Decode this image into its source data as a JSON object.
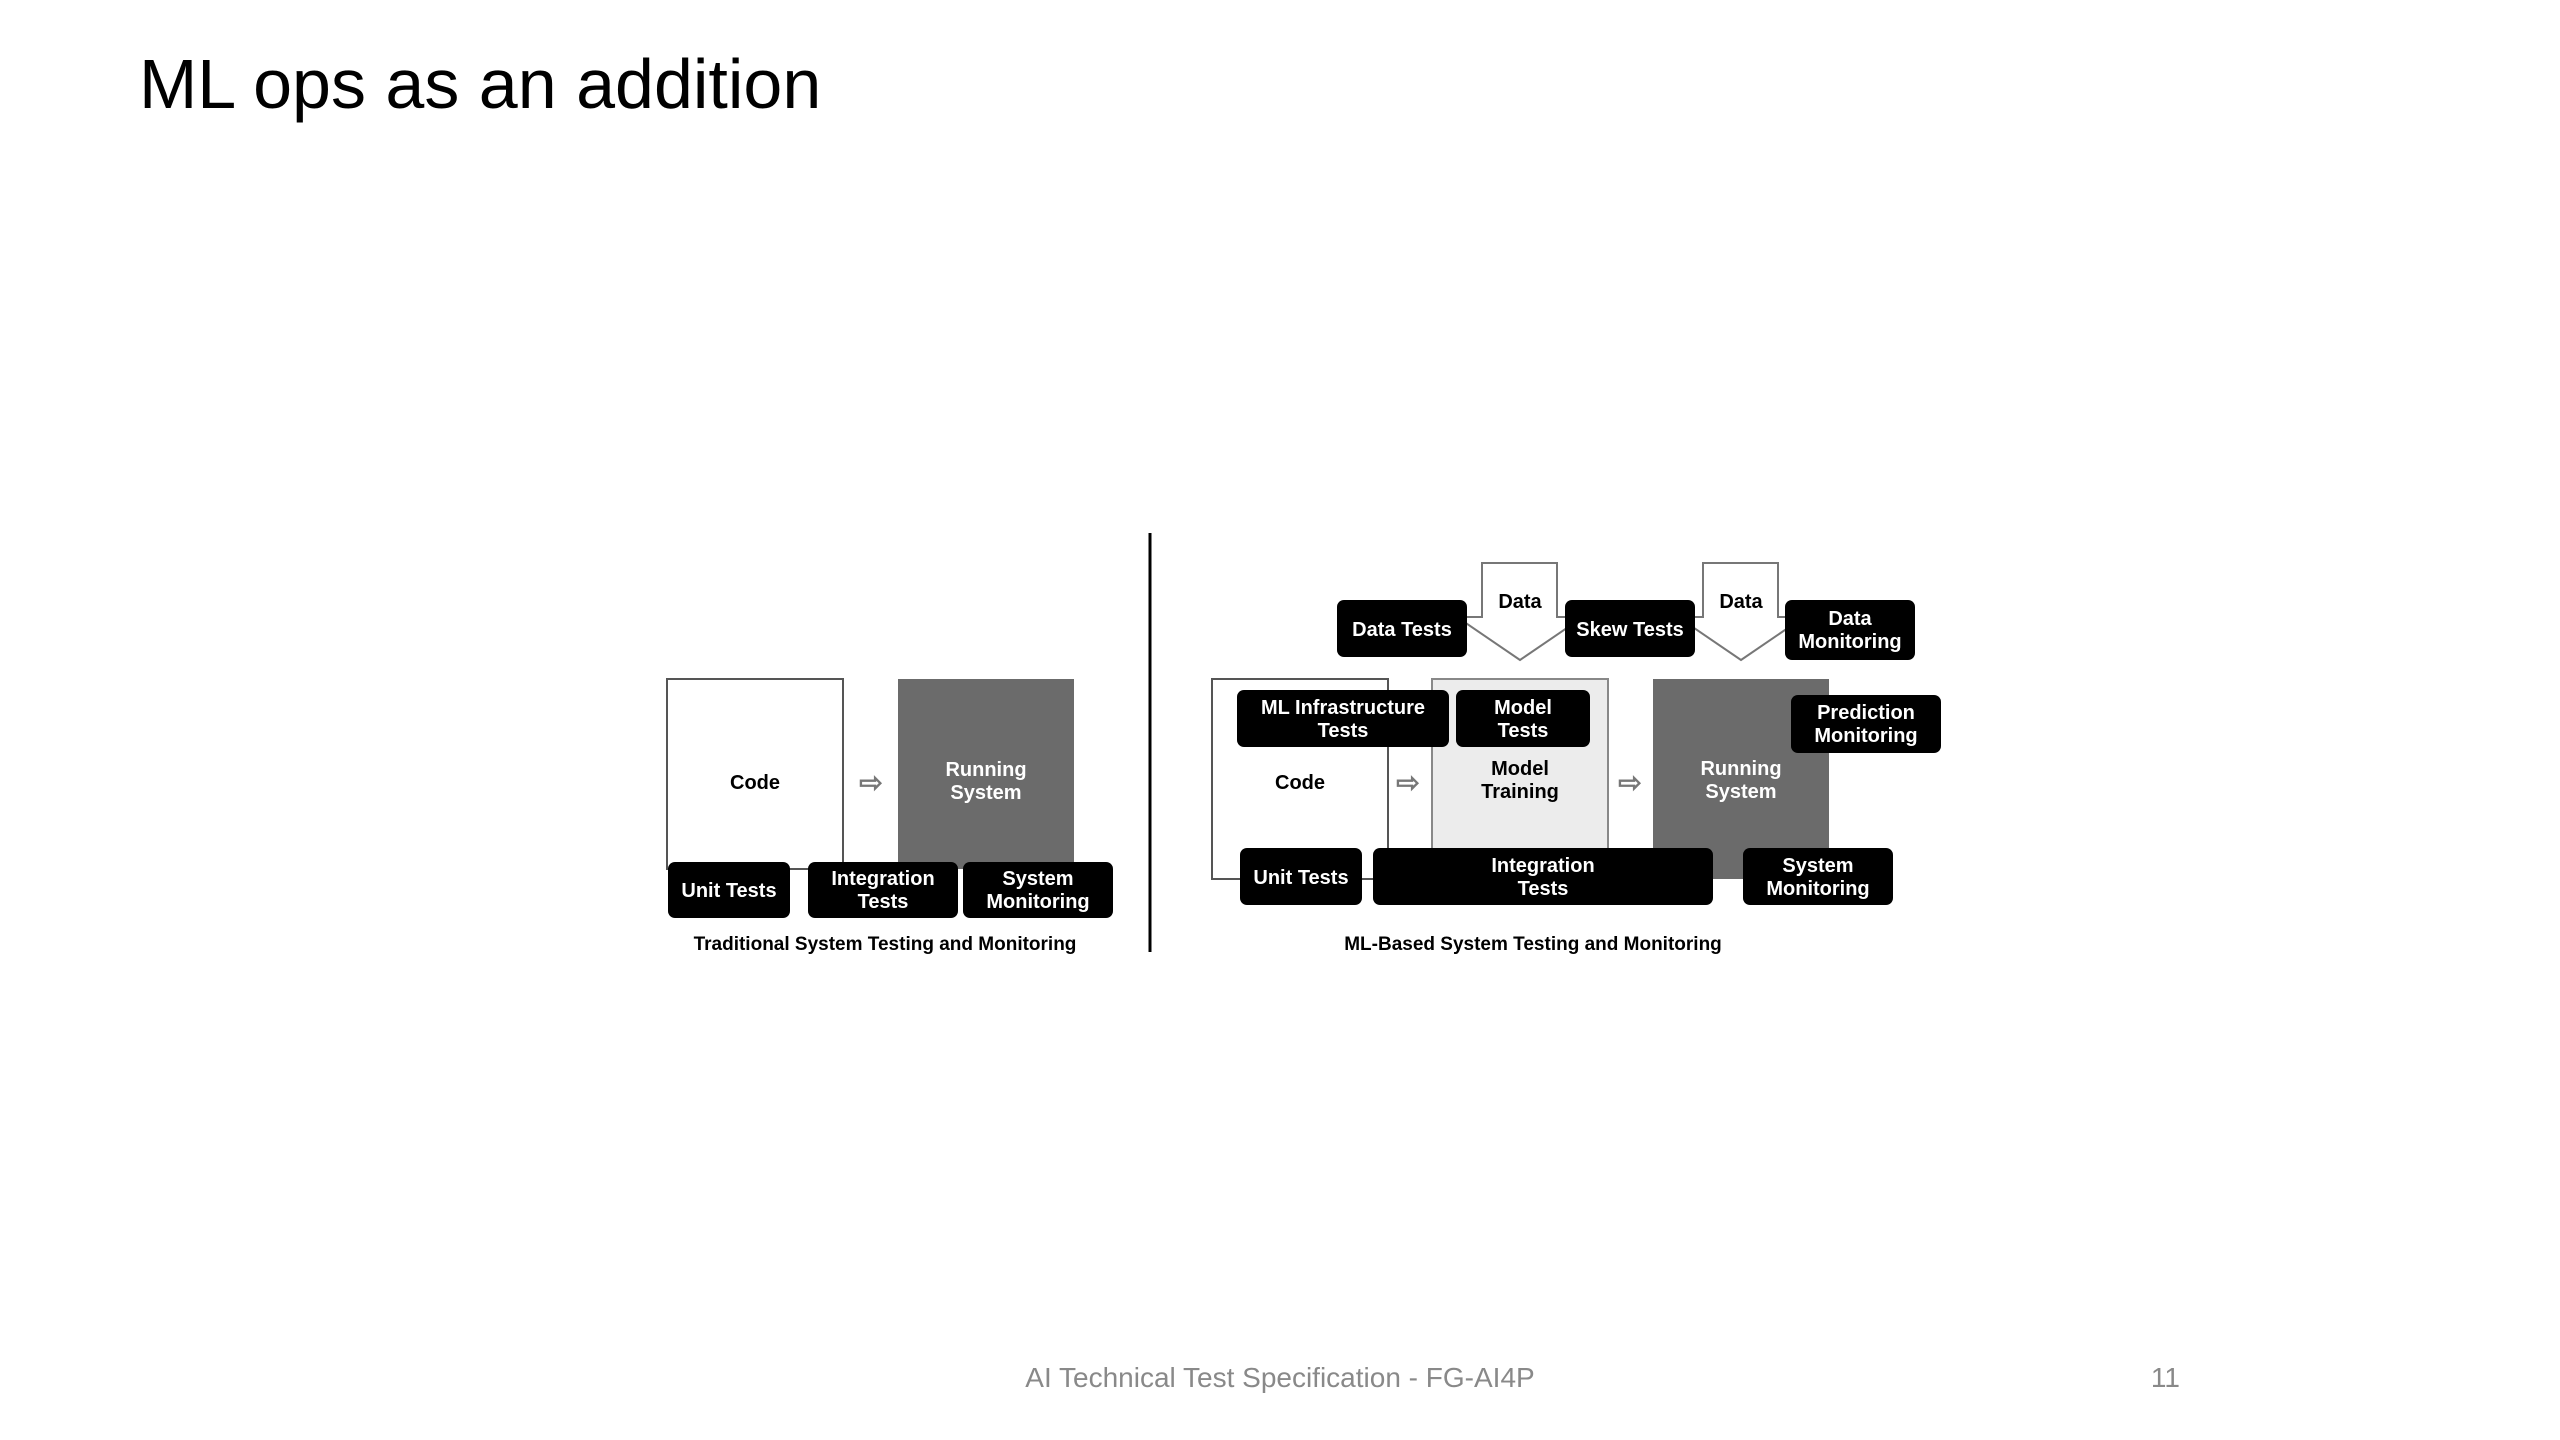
{
  "slide": {
    "title": "ML ops as an addition",
    "footer": "AI Technical Test Specification - FG-AI4P",
    "page_number": "11"
  },
  "traditional": {
    "code": "Code",
    "running_line1": "Running",
    "running_line2": "System",
    "unit_tests": "Unit Tests",
    "integration_line1": "Integration",
    "integration_line2": "Tests",
    "sysmon_line1": "System",
    "sysmon_line2": "Monitoring",
    "caption": "Traditional System Testing and Monitoring"
  },
  "ml": {
    "data1": "Data",
    "data2": "Data",
    "data_tests": "Data Tests",
    "skew_tests": "Skew Tests",
    "datamon_line1": "Data",
    "datamon_line2": "Monitoring",
    "mlinfra_line1": "ML Infrastructure",
    "mlinfra_line2": "Tests",
    "modeltests_line1": "Model",
    "modeltests_line2": "Tests",
    "predmon_line1": "Prediction",
    "predmon_line2": "Monitoring",
    "code": "Code",
    "training_line1": "Model",
    "training_line2": "Training",
    "running_line1": "Running",
    "running_line2": "System",
    "unit_tests": "Unit Tests",
    "integration_line1": "Integration",
    "integration_line2": "Tests",
    "sysmon_line1": "System",
    "sysmon_line2": "Monitoring",
    "caption": "ML-Based System Testing and Monitoring"
  }
}
